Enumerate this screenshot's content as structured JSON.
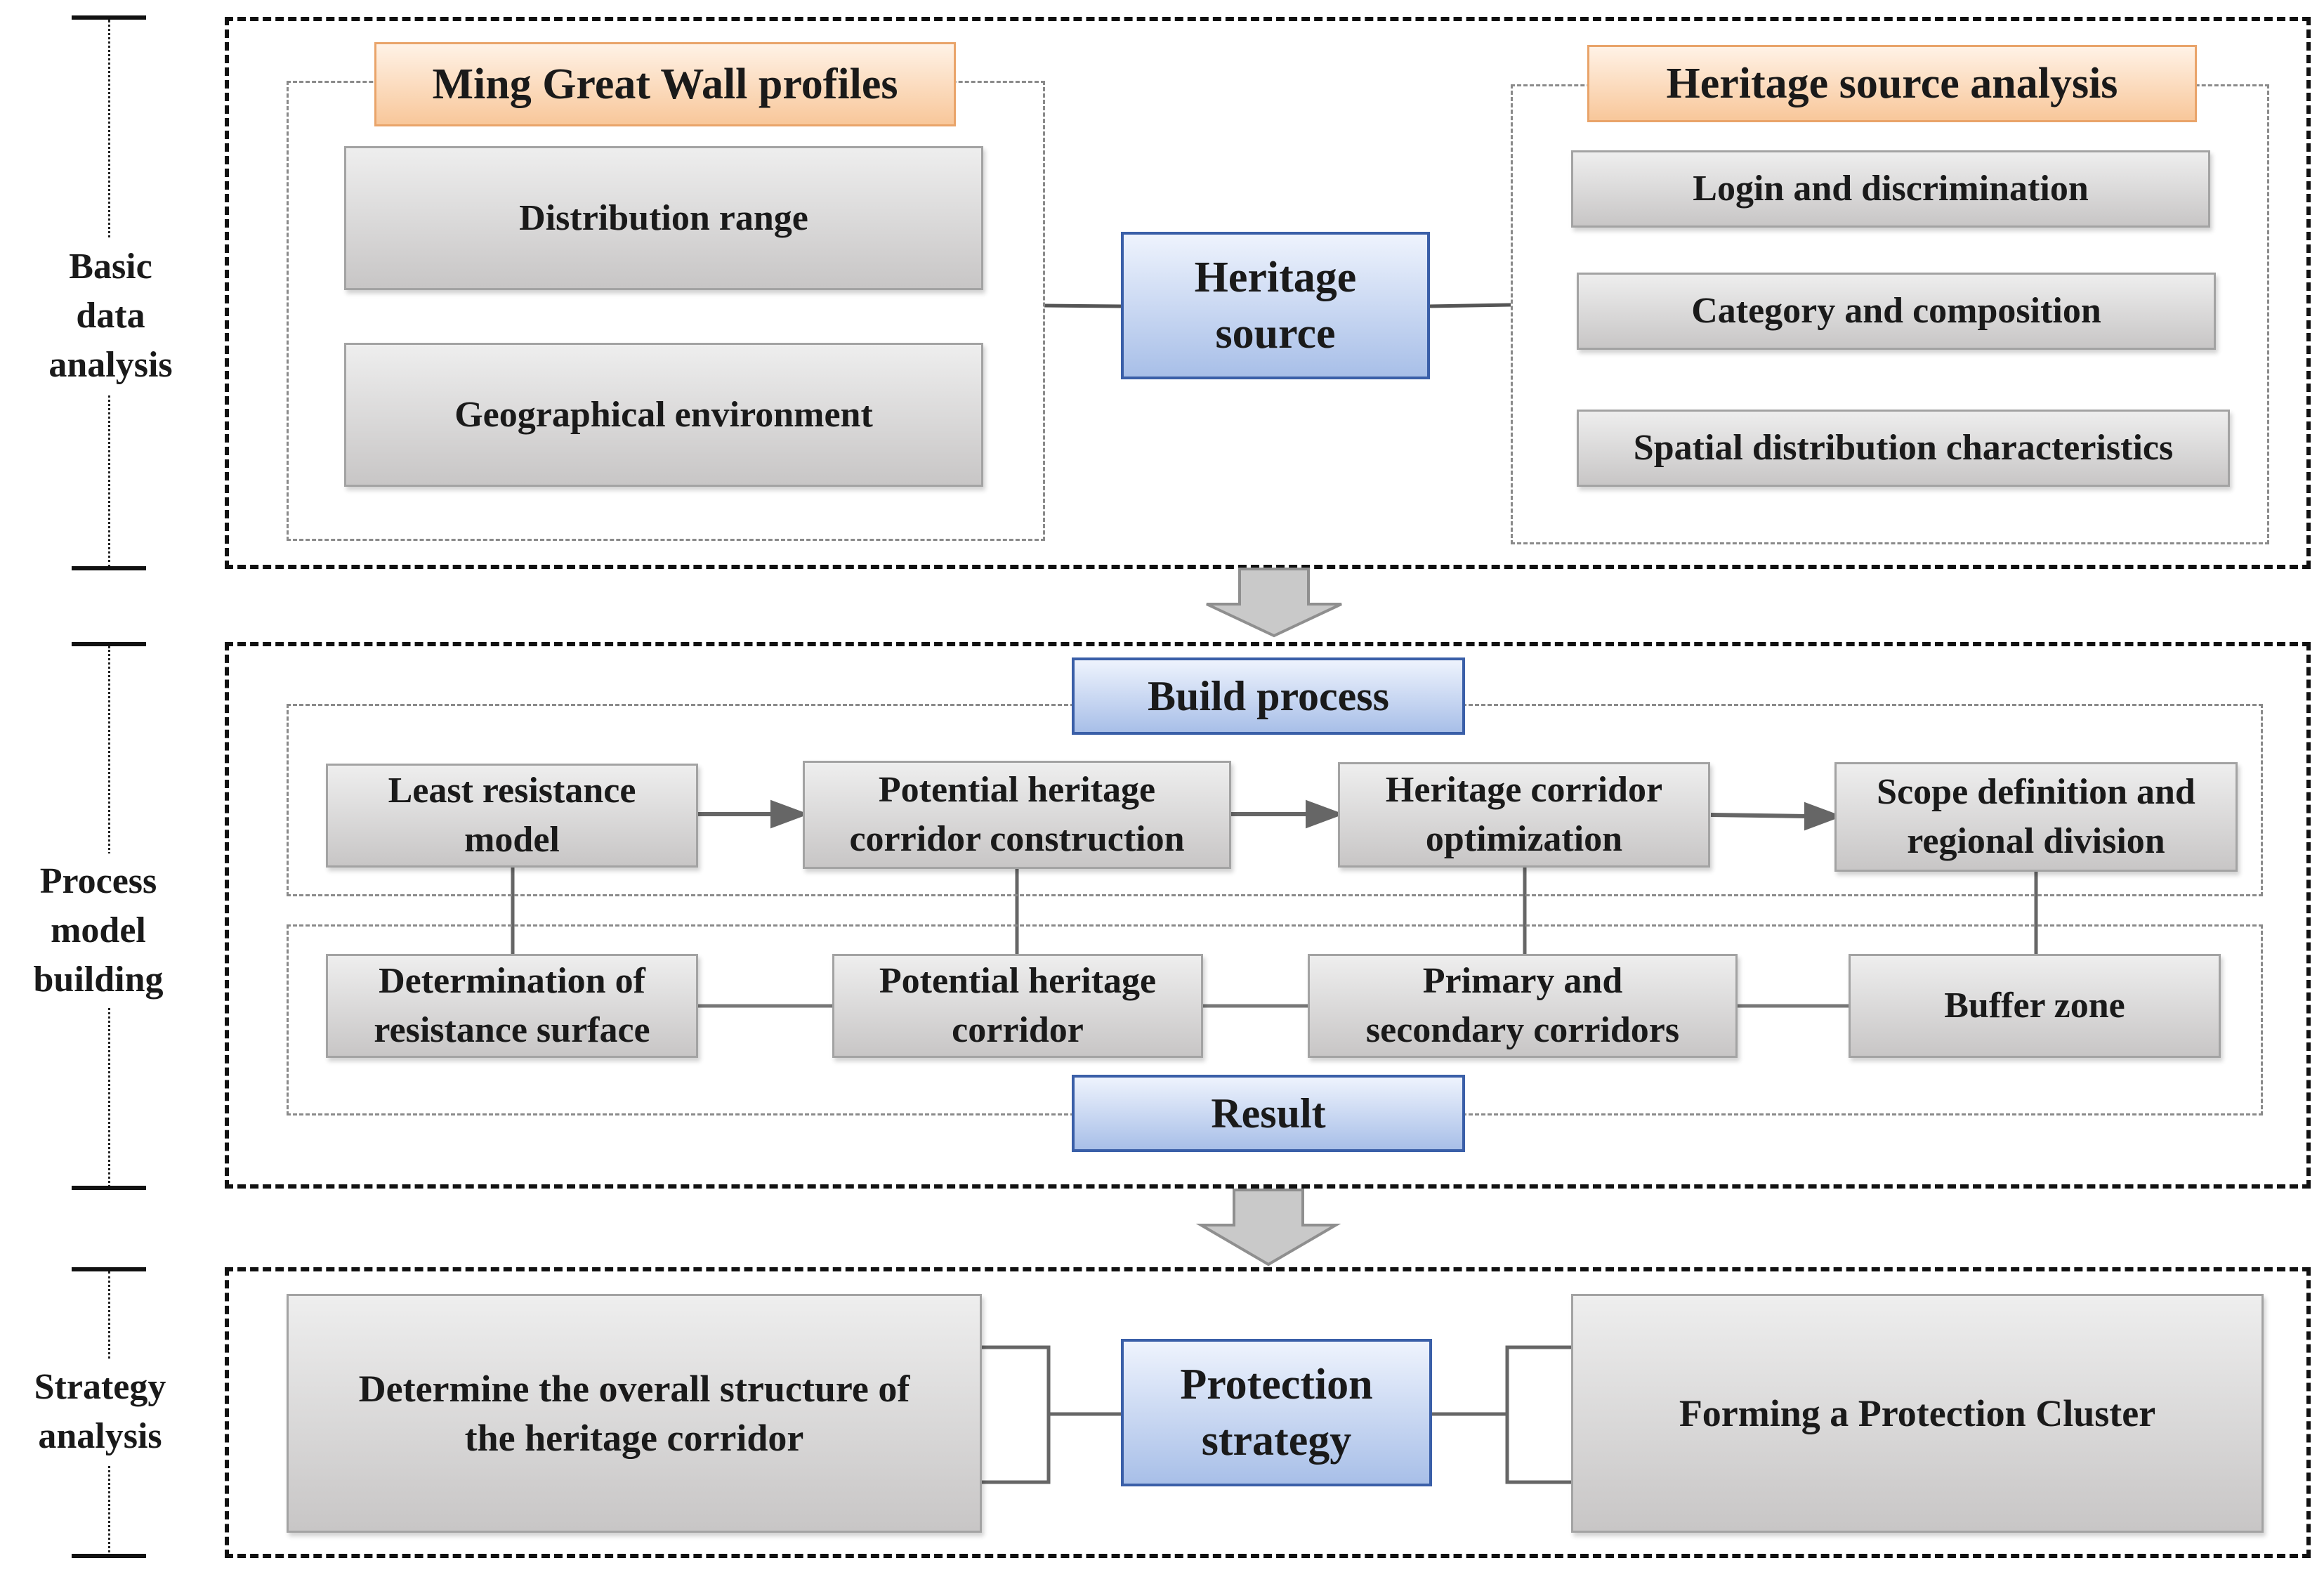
{
  "left_labels": {
    "basic": "Basic\ndata\nanalysis",
    "process": "Process\nmodel\nbuilding",
    "strategy": "Strategy\nanalysis"
  },
  "section1": {
    "ming_header": "Ming Great Wall profiles",
    "distribution_range": "Distribution range",
    "geographical_environment": "Geographical environment",
    "heritage_source": "Heritage\nsource",
    "source_analysis_header": "Heritage source analysis",
    "login": "Login and discrimination",
    "category": "Category and composition",
    "spatial": "Spatial distribution characteristics"
  },
  "section2": {
    "build_process": "Build process",
    "result": "Result",
    "process_steps": [
      "Least resistance\nmodel",
      "Potential heritage\ncorridor construction",
      "Heritage corridor\noptimization",
      "Scope definition and\nregional division"
    ],
    "result_steps": [
      "Determination of\nresistance surface",
      "Potential heritage\ncorridor",
      "Primary and\nsecondary corridors",
      "Buffer zone"
    ]
  },
  "section3": {
    "left_box": "Determine the overall structure of\nthe heritage corridor",
    "center": "Protection\nstrategy",
    "right_box": "Forming a Protection Cluster"
  },
  "colors": {
    "accent_orange": "#f8c79a",
    "accent_blue": "#a8bfe8",
    "box_gray": "#d6d4d4",
    "border_dark": "#111111"
  }
}
